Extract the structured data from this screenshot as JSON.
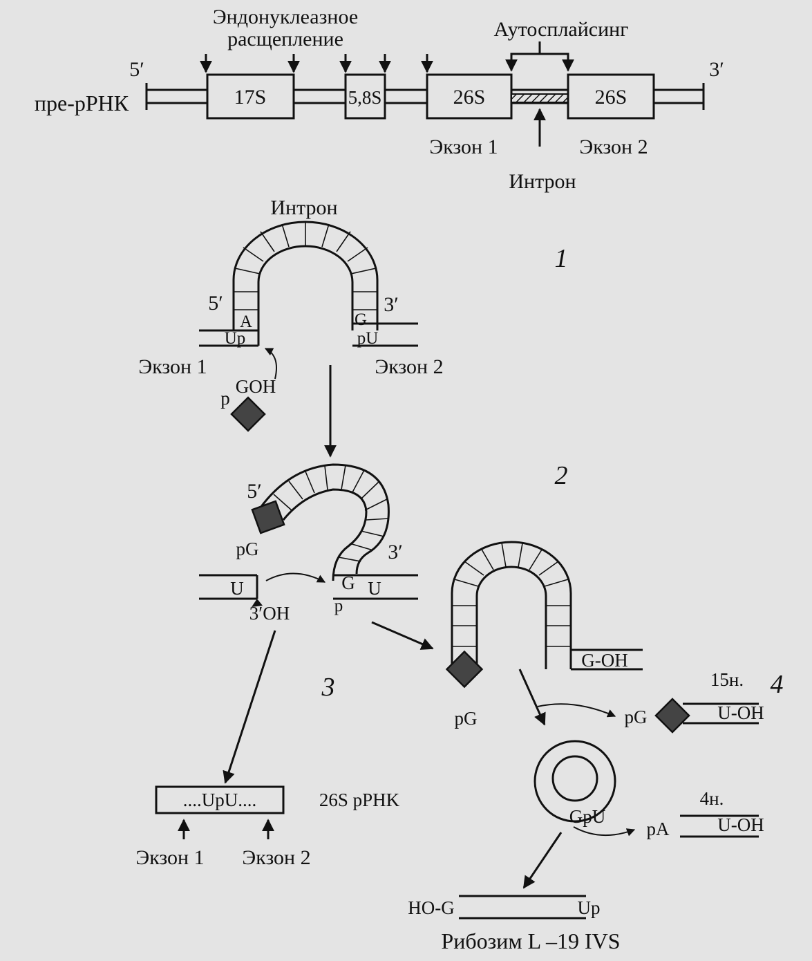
{
  "labels": {
    "endo_line1": "Эндонуклеазное",
    "endo_line2": "расщепление",
    "autosplicing": "Аутосплайсинг",
    "five_prime": "5′",
    "three_prime": "3′",
    "pre_rrna": "пре-рРНК",
    "r17s": "17S",
    "r58s": "5,8S",
    "r26s_a": "26S",
    "r26s_b": "26S",
    "exon1": "Экзон 1",
    "exon2": "Экзон 2",
    "intron": "Интрон",
    "s1_A": "A",
    "s1_Up": "Up",
    "s1_G": "G",
    "s1_pU": "pU",
    "p": "p",
    "goh": "GOH",
    "pG": "pG",
    "U": "U",
    "G": "G",
    "three_oh": "3′OH",
    "g_oh": "G-OH",
    "upu": "....UpU....",
    "rna26s": "26S pPHK",
    "n15": "15н.",
    "u_oh": "U-OH",
    "gpu": "GpU",
    "pA": "pA",
    "n4": "4н.",
    "ho_g": "HO-G",
    "up": "Up",
    "ribozyme": "Рибозим L –19 IVS"
  },
  "steps": [
    "1",
    "2",
    "3",
    "4"
  ],
  "colors": {
    "background": "#e4e4e4",
    "ink": "#111111",
    "guanosine": "#444444"
  }
}
